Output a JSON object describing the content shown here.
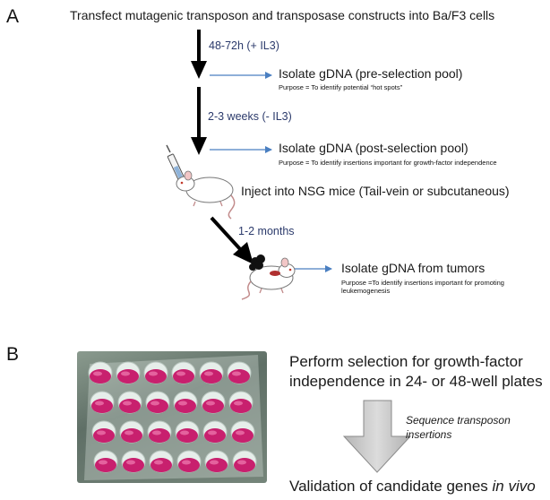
{
  "panel_a": {
    "label": "A",
    "header": "Transfect mutagenic transposon and transposase constructs into Ba/F3 cells",
    "time_1": "48-72h (+ IL3)",
    "step_1": "Isolate gDNA (pre-selection pool)",
    "purpose_1": "Purpose = To identify potential “hot spots”",
    "time_2": "2-3 weeks (- IL3)",
    "step_2": "Isolate gDNA (post-selection pool)",
    "purpose_2": "Purpose = To identify insertions important for growth-factor independence",
    "step_3": "Inject into NSG mice (Tail-vein or subcutaneous)",
    "time_3": "1-2 months",
    "step_4": "Isolate gDNA from tumors",
    "purpose_4_line1": "Purpose =To identify insertions important for promoting",
    "purpose_4_line2": "leukemogenesis"
  },
  "panel_b": {
    "label": "B",
    "selection_line1": "Perform selection for growth-factor",
    "selection_line2": "independence in 24- or 48-well plates",
    "sequence_line1": "Sequence transposon",
    "sequence_line2": "insertions",
    "validation_prefix": "Validation of candidate genes ",
    "validation_italic": "in vivo"
  },
  "colors": {
    "thin_arrow": "#4a7fc1",
    "thick_arrow": "#000000",
    "well_pink": "#c8206e",
    "big_arrow_fill": "#c9c9c9"
  },
  "icons": [
    "syringe-icon",
    "mouse-icon",
    "tumor-icon"
  ]
}
